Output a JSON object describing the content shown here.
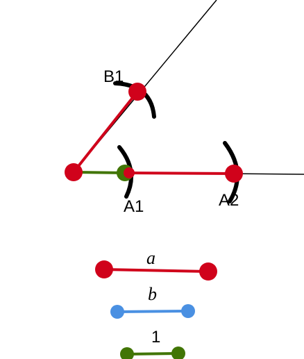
{
  "points": {
    "b1": "B1",
    "a1": "A1",
    "a2": "A2"
  },
  "legend": {
    "a": "a",
    "b": "b",
    "unit": "1"
  },
  "colors": {
    "red": "#d0021b",
    "blue": "#4a90e2",
    "green": "#417505",
    "black": "#000000"
  }
}
